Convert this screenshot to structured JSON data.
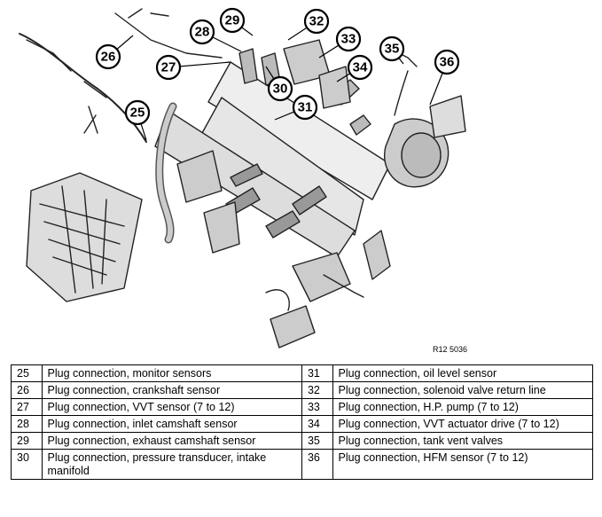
{
  "figure": {
    "id_label": "R12 5036",
    "callouts": [
      "25",
      "26",
      "27",
      "28",
      "29",
      "30",
      "31",
      "32",
      "33",
      "34",
      "35",
      "36"
    ]
  },
  "legend": {
    "rows": [
      {
        "left_num": "25",
        "left_text": "Plug connection, monitor sensors",
        "right_num": "31",
        "right_text": "Plug connection, oil level sensor"
      },
      {
        "left_num": "26",
        "left_text": "Plug connection, crankshaft sensor",
        "right_num": "32",
        "right_text": "Plug connection, solenoid valve return line"
      },
      {
        "left_num": "27",
        "left_text": "Plug connection, VVT sensor (7 to 12)",
        "right_num": "33",
        "right_text": "Plug connection, H.P. pump (7 to 12)"
      },
      {
        "left_num": "28",
        "left_text": "Plug connection, inlet camshaft sensor",
        "right_num": "34",
        "right_text": "Plug connection, VVT actuator drive (7 to 12)"
      },
      {
        "left_num": "29",
        "left_text": "Plug connection, exhaust camshaft sensor",
        "right_num": "35",
        "right_text": "Plug connection, tank vent valves"
      },
      {
        "left_num": "30",
        "left_text": "Plug connection, pressure transducer, intake manifold",
        "right_num": "36",
        "right_text": "Plug connection, HFM sensor (7 to 12)"
      }
    ]
  }
}
